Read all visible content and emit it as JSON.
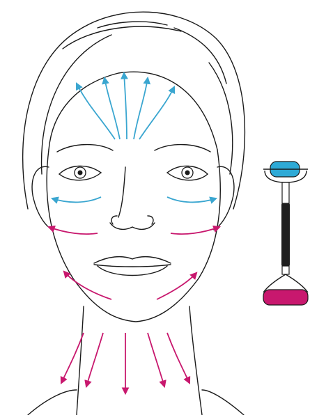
{
  "colors": {
    "line": "#1a1a1a",
    "upper_arrows": "#3aa6d0",
    "lower_arrows": "#c8186e",
    "roller_top": "#2eaad6",
    "roller_bottom": "#c8186e",
    "handle": "#1e1e1e",
    "background": "#ffffff"
  },
  "illustration": {
    "subject": "face-outline",
    "tool": "face-roller",
    "arrow_groups": [
      {
        "name": "forehead",
        "color": "upper_arrows",
        "direction": "upward-fan",
        "count": 5
      },
      {
        "name": "under-eyes",
        "color": "upper_arrows",
        "direction": "outward",
        "count": 2
      },
      {
        "name": "cheeks",
        "color": "lower_arrows",
        "direction": "outward",
        "count": 2
      },
      {
        "name": "jawline",
        "color": "lower_arrows",
        "direction": "upward-outward",
        "count": 2
      },
      {
        "name": "neck",
        "color": "lower_arrows",
        "direction": "downward",
        "count": 5
      }
    ]
  }
}
